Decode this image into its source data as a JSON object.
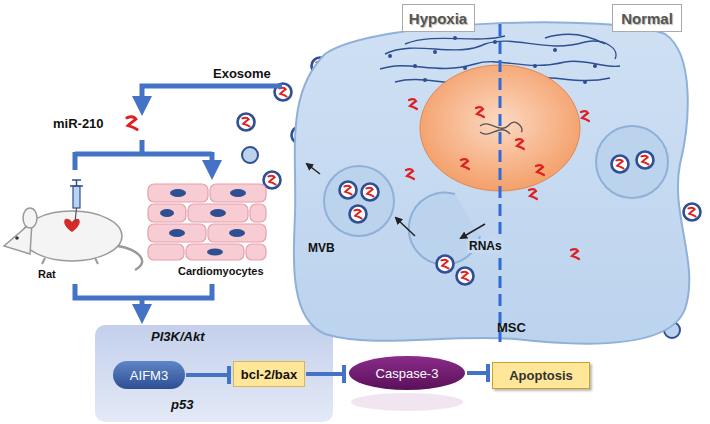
{
  "diagram": {
    "nodes": [
      {
        "text": [
          "Hypoxia"
        ]
      },
      {
        "text": [
          "Normal"
        ]
      },
      {
        "text": [
          "MSC"
        ]
      },
      {
        "text": [
          "MVB"
        ],
        "in": 2
      },
      {
        "text": [
          "PI3K/Akt",
          "p53"
        ]
      },
      {
        "text": [
          "AIFM3"
        ],
        "in": 4
      },
      {
        "text": [
          "bcl-2/bax"
        ],
        "in": 4
      },
      {
        "text": [
          "Caspase-3"
        ]
      },
      {
        "text": [
          "Apoptosis"
        ]
      }
    ],
    "edges": [
      {
        "from": 5,
        "to": 6,
        "arrow": "to"
      },
      {
        "from": 6,
        "to": 7,
        "arrow": "to"
      },
      {
        "from": 7,
        "to": 8,
        "arrow": "to"
      }
    ],
    "labels": [
      "Exosome",
      "miR-210",
      "RNAs",
      "Rat",
      "Cardiomyocytes"
    ]
  }
}
